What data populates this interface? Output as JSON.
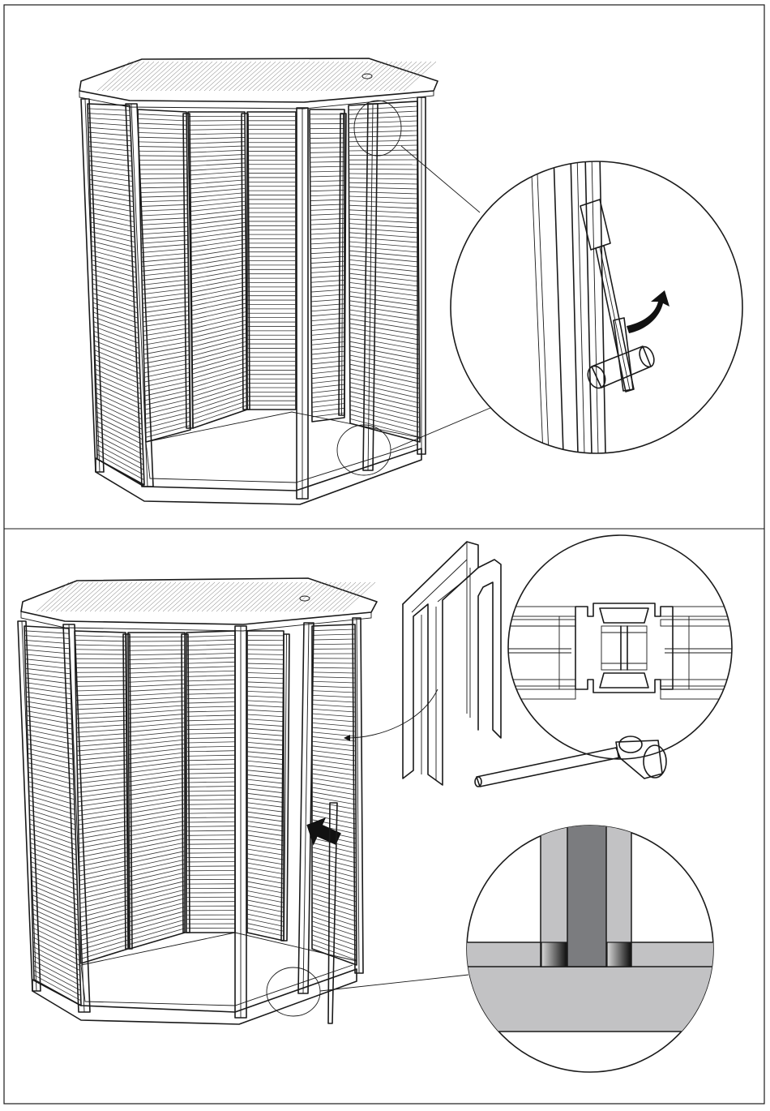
{
  "page": {
    "background": "#ffffff"
  },
  "colors": {
    "line": "#1a1a1a",
    "panel_fill": "#ffffff",
    "profile_light": "#c2c2c4",
    "profile_dark": "#7b7c7f",
    "arrow": "#111111"
  },
  "steps": [
    {
      "id": "step-top",
      "details": [
        {
          "id": "detail-rod-lever",
          "icons": [
            "rod-icon",
            "mallet-icon",
            "curved-arrow-icon"
          ]
        }
      ]
    },
    {
      "id": "step-bottom",
      "details": [
        {
          "id": "detail-profile-section",
          "icons": [
            "profile-cross-section-icon",
            "mallet-icon"
          ]
        },
        {
          "id": "detail-base-joint",
          "icons": [
            "joint-cross-section-icon"
          ]
        }
      ],
      "parts": [
        "vertical-profile-part",
        "insertion-arrow-icon"
      ]
    }
  ]
}
